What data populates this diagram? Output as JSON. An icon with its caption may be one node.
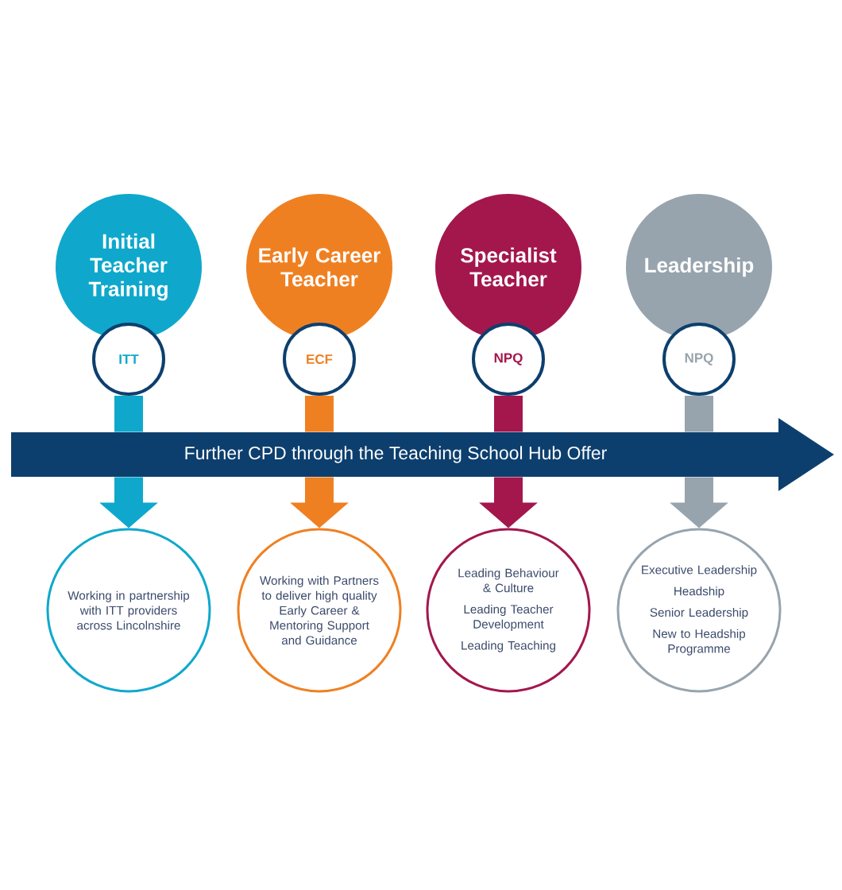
{
  "diagram": {
    "nodes": [
      {
        "text": [
          "Initial Teacher Training"
        ]
      },
      {
        "text": [
          "Early Career Teacher"
        ]
      },
      {
        "text": [
          "Specialist Teacher"
        ]
      },
      {
        "text": [
          "Leadership"
        ]
      },
      {
        "text": [
          "ITT"
        ]
      },
      {
        "text": [
          "ECF"
        ]
      },
      {
        "text": [
          "NPQ"
        ]
      },
      {
        "text": [
          "NPQ"
        ]
      },
      {
        "text": [
          "Working in partnership with ITT providers across Lincolnshire"
        ]
      },
      {
        "text": [
          "Working with Partners to deliver high quality Early Career & Mentoring Support and Guidance"
        ]
      },
      {
        "text": [
          "Leading Behaviour & Culture",
          "Leading Teacher Development",
          "Leading Teaching"
        ]
      },
      {
        "text": [
          "Executive Leadership",
          "Headship",
          "Senior Leadership",
          "New to Headship Programme"
        ]
      },
      {
        "text": [
          "Further CPD through the Teaching School Hub Offer"
        ]
      }
    ],
    "edges": [
      {
        "from": 4,
        "to": 12,
        "arrow": "none",
        "color": "#0fa8cc"
      },
      {
        "from": 12,
        "to": 8,
        "arrow": "to",
        "color": "#0fa8cc"
      },
      {
        "from": 5,
        "to": 12,
        "arrow": "none",
        "color": "#ef8022"
      },
      {
        "from": 12,
        "to": 9,
        "arrow": "to",
        "color": "#ef8022"
      },
      {
        "from": 6,
        "to": 12,
        "arrow": "none",
        "color": "#a3174d"
      },
      {
        "from": 12,
        "to": 10,
        "arrow": "to",
        "color": "#a3174d"
      },
      {
        "from": 7,
        "to": 12,
        "arrow": "none",
        "color": "#97a4ae"
      },
      {
        "from": 12,
        "to": 11,
        "arrow": "to",
        "color": "#97a4ae"
      }
    ]
  }
}
